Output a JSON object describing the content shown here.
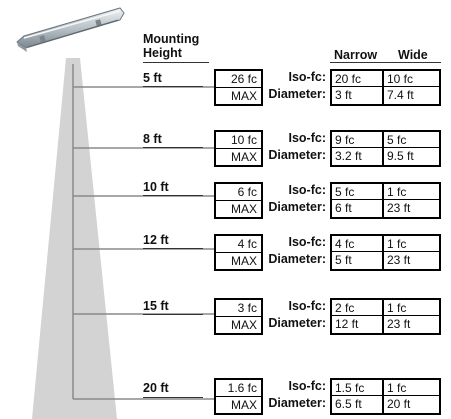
{
  "header": {
    "mounting_line1": "Mounting",
    "mounting_line2": "Height",
    "narrow": "Narrow",
    "wide": "Wide"
  },
  "labels": {
    "iso_fc": "Iso-fc:",
    "diameter": "Diameter:"
  },
  "rows": [
    {
      "height": "5 ft",
      "max_fc": "26 fc",
      "max_label": "MAX",
      "narrow_fc": "20 fc",
      "wide_fc": "10 fc",
      "narrow_diameter": "3 ft",
      "wide_diameter": "7.4 ft"
    },
    {
      "height": "8 ft",
      "max_fc": "10 fc",
      "max_label": "MAX",
      "narrow_fc": "9 fc",
      "wide_fc": "5 fc",
      "narrow_diameter": "3.2 ft",
      "wide_diameter": "9.5 ft"
    },
    {
      "height": "10 ft",
      "max_fc": "6 fc",
      "max_label": "MAX",
      "narrow_fc": "5 fc",
      "wide_fc": "1 fc",
      "narrow_diameter": "6 ft",
      "wide_diameter": "23 ft"
    },
    {
      "height": "12 ft",
      "max_fc": "4 fc",
      "max_label": "MAX",
      "narrow_fc": "4 fc",
      "wide_fc": "1 fc",
      "narrow_diameter": "5 ft",
      "wide_diameter": "23 ft"
    },
    {
      "height": "15 ft",
      "max_fc": "3 fc",
      "max_label": "MAX",
      "narrow_fc": "2 fc",
      "wide_fc": "1 fc",
      "narrow_diameter": "12 ft",
      "wide_diameter": "23 ft"
    },
    {
      "height": "20 ft",
      "max_fc": "1.6 fc",
      "max_label": "MAX",
      "narrow_fc": "1.5 fc",
      "wide_fc": "1 fc",
      "narrow_diameter": "6.5 ft",
      "wide_diameter": "20 ft"
    }
  ]
}
